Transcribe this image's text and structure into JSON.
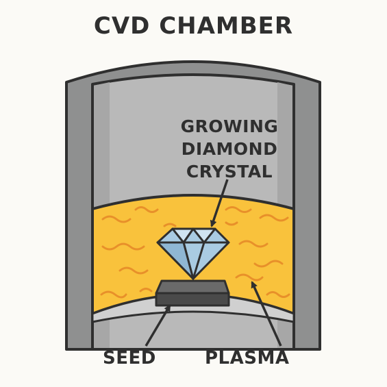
{
  "title": "CVD CHAMBER",
  "labels": {
    "crystal": [
      "GROWING",
      "DIAMOND",
      "CRYSTAL"
    ],
    "seed": "SEED",
    "plasma": "PLASMA"
  },
  "colors": {
    "chamber_wall": "#8f9090",
    "chamber_interior": "#b9b9b9",
    "plasma": "#f9c23c",
    "plasma_wisps": "#e8902a",
    "diamond": "#a9cbe2",
    "seed": "#4a4a4a",
    "outline": "#2f2f2f"
  }
}
